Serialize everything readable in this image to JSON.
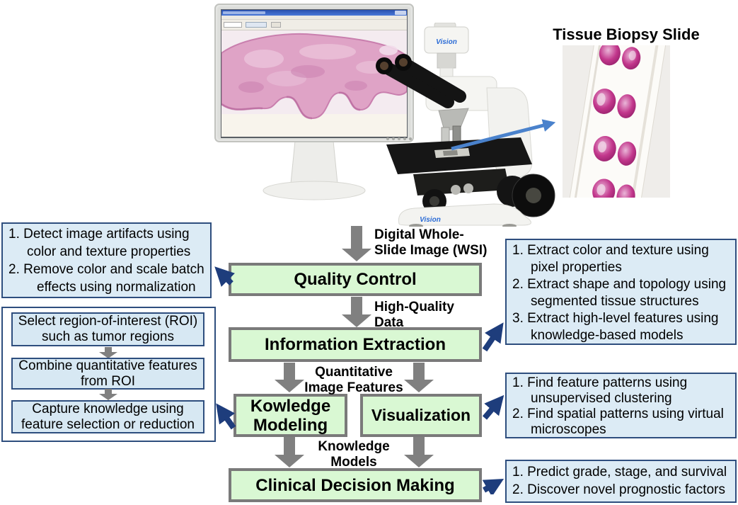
{
  "colors": {
    "green_fill": "#d9f8d3",
    "green_border": "#7a7a7a",
    "blue_fill": "#dcebf5",
    "blue_border": "#2e4e7e",
    "gray_arrow": "#808080",
    "navy_arrow": "#1e3d7c",
    "slide_arrow_blue": "#4a82cc",
    "tissue_magenta": "#bf3589",
    "titlebar_blue": "#2a50ae"
  },
  "top": {
    "slide_title": "Tissue Biopsy Slide",
    "camera_brand": "Vision",
    "base_brand": "Vision"
  },
  "flow": {
    "boxes": {
      "quality_control": "Quality Control",
      "information_extraction": "Information Extraction",
      "knowledge_modeling": [
        "Kowledge",
        "Modeling"
      ],
      "visualization": "Visualization",
      "clinical_decision_making": "Clinical Decision Making"
    },
    "arrow_labels": {
      "wsi": [
        "Digital Whole-",
        "Slide Image (WSI)"
      ],
      "hq": [
        "High-Quality",
        "Data"
      ],
      "qif": [
        "Quantitative",
        "Image Features"
      ],
      "km": [
        "Knowledge",
        "Models"
      ]
    }
  },
  "left_panel": {
    "box1_lines": [
      "1. Detect image artifacts using",
      "color and texture properties",
      "2. Remove color and scale batch",
      "effects using normalization"
    ],
    "roi_steps": [
      [
        "Select region-of-interest (ROI)",
        "such as tumor regions"
      ],
      [
        "Combine quantitative features",
        "from ROI"
      ],
      [
        "Capture knowledge using",
        "feature selection or reduction"
      ]
    ]
  },
  "right_panel": {
    "box1_lines": [
      "1. Extract color and texture using",
      "pixel properties",
      "2. Extract  shape and topology using",
      "segmented tissue structures",
      "3. Extract high-level features using",
      "knowledge-based models"
    ],
    "box2_lines": [
      "1. Find  feature patterns using",
      "unsupervised clustering",
      "2. Find spatial patterns using virtual",
      "microscopes"
    ],
    "box3_lines": [
      "1. Predict grade, stage, and survival",
      "2. Discover novel prognostic factors"
    ]
  }
}
